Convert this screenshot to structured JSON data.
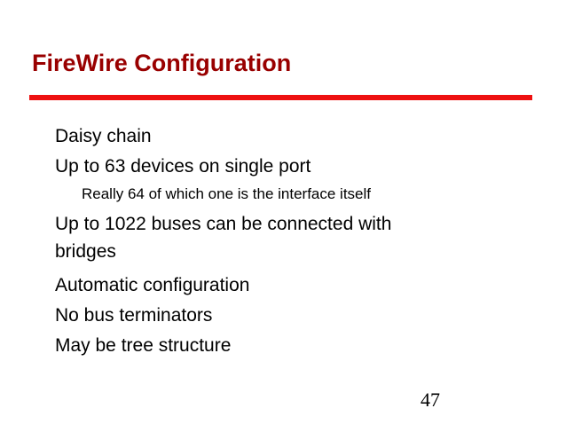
{
  "slide": {
    "title": "FireWire Configuration",
    "accent_color": "#ee1111",
    "title_color": "#990000",
    "bullets": [
      "Daisy chain",
      "Up to 63 devices on single port",
      "Really 64 of which one is the interface itself",
      "Up to 1022 buses can be connected with",
      "bridges",
      "Automatic configuration",
      "No bus terminators",
      "May be tree structure"
    ],
    "page_number": "47"
  }
}
